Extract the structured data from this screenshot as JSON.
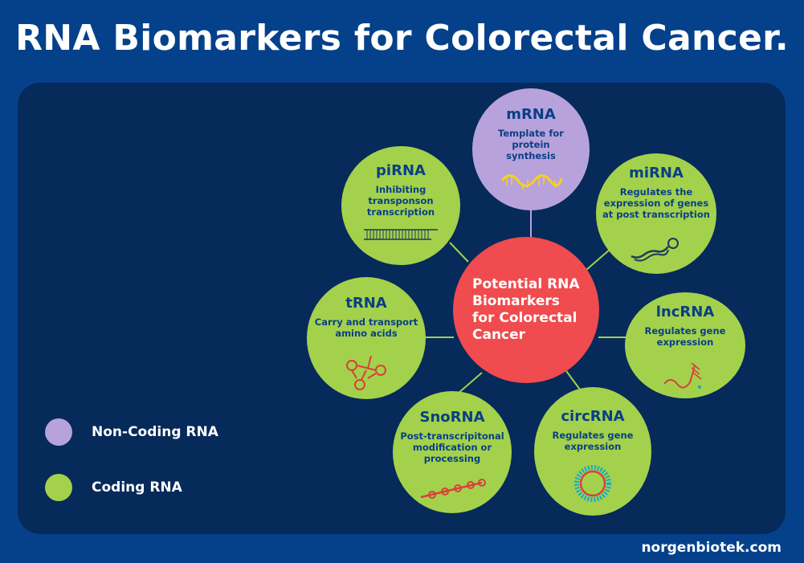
{
  "title": "RNA Biomarkers for Colorectal Cancer.",
  "center_label": "Potential RNA Biomarkers for Colorectal Cancer",
  "nodes": [
    {
      "name": "mRNA",
      "desc": "Template for protein synthesis",
      "category": "non-coding",
      "icon": "mrna-strand-icon"
    },
    {
      "name": "miRNA",
      "desc": "Regulates the expression of genes at post transcription",
      "category": "coding",
      "icon": "mirna-hairpin-icon"
    },
    {
      "name": "lncRNA",
      "desc": "Regulates gene expression",
      "category": "coding",
      "icon": "lncrna-strand-icon"
    },
    {
      "name": "circRNA",
      "desc": "Regulates gene expression",
      "category": "coding",
      "icon": "circrna-ring-icon"
    },
    {
      "name": "SnoRNA",
      "desc": "Post-transcripitonal modification or processing",
      "category": "coding",
      "icon": "snorna-strand-icon"
    },
    {
      "name": "tRNA",
      "desc": "Carry and transport amino acids",
      "category": "coding",
      "icon": "trna-cloverleaf-icon"
    },
    {
      "name": "piRNA",
      "desc": "Inhibiting transponson transcription",
      "category": "coding",
      "icon": "pirna-duplex-icon"
    }
  ],
  "legend": [
    {
      "label": "Non-Coding RNA",
      "color": "#b8a2db"
    },
    {
      "label": "Coding RNA",
      "color": "#a3d14c"
    }
  ],
  "footer": "norgenbiotek.com",
  "colors": {
    "background": "#05418b",
    "panel": "#062a59",
    "center": "#f04b4e",
    "non_coding": "#b8a2db",
    "coding": "#a3d14c",
    "node_text": "#0a3f86"
  }
}
